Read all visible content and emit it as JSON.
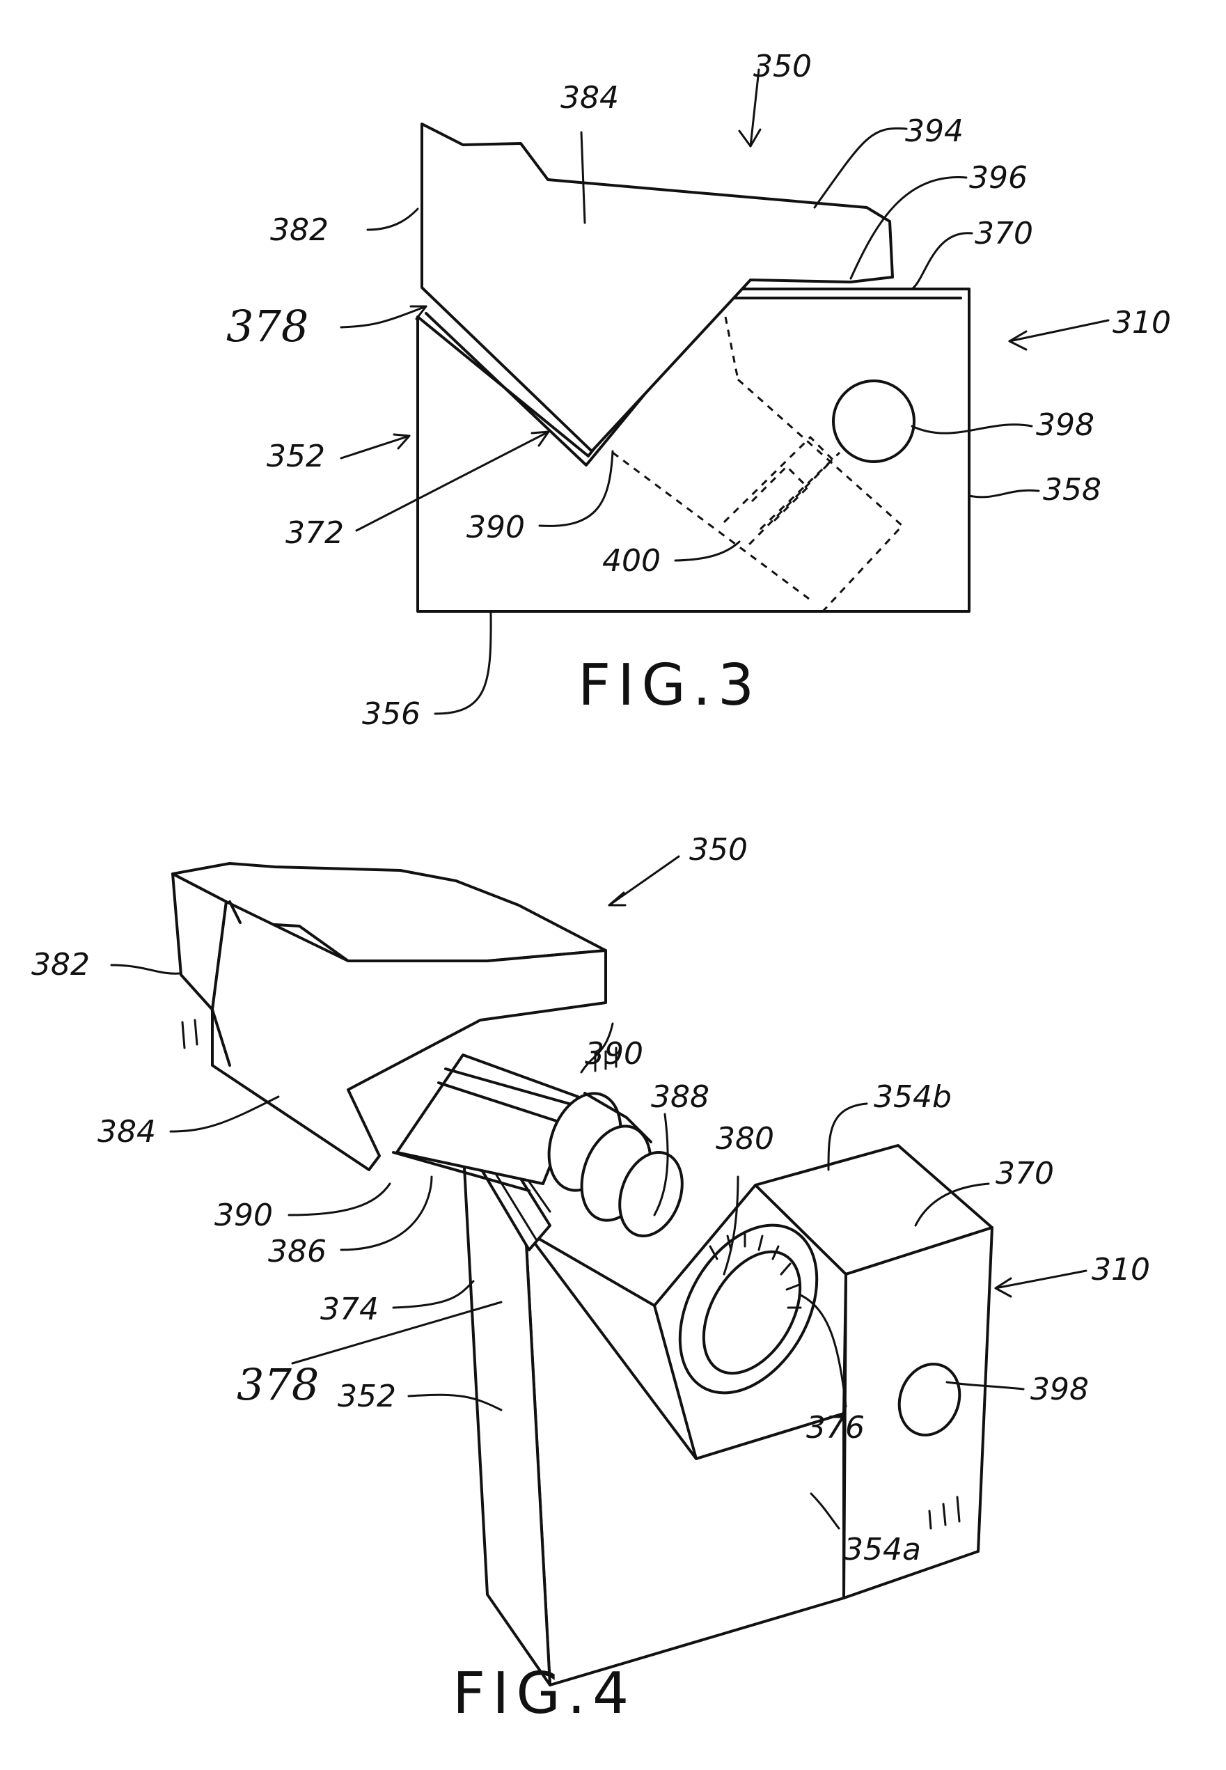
{
  "figures": [
    {
      "caption": "FIG.3",
      "labels": {
        "l350": "350",
        "l384": "384",
        "l394": "394",
        "l396": "396",
        "l382": "382",
        "l370": "370",
        "l378": "378",
        "l310": "310",
        "l398": "398",
        "l352": "352",
        "l358": "358",
        "l372": "372",
        "l390": "390",
        "l400": "400",
        "l356": "356"
      }
    },
    {
      "caption": "FIG.4",
      "labels": {
        "l350": "350",
        "l382": "382",
        "l390a": "390",
        "l388": "388",
        "l380": "380",
        "l354b": "354b",
        "l370": "370",
        "l384": "384",
        "l390b": "390",
        "l386": "386",
        "l310": "310",
        "l374": "374",
        "l378": "378",
        "l398": "398",
        "l352": "352",
        "l376": "376",
        "l354a": "354a"
      }
    }
  ]
}
